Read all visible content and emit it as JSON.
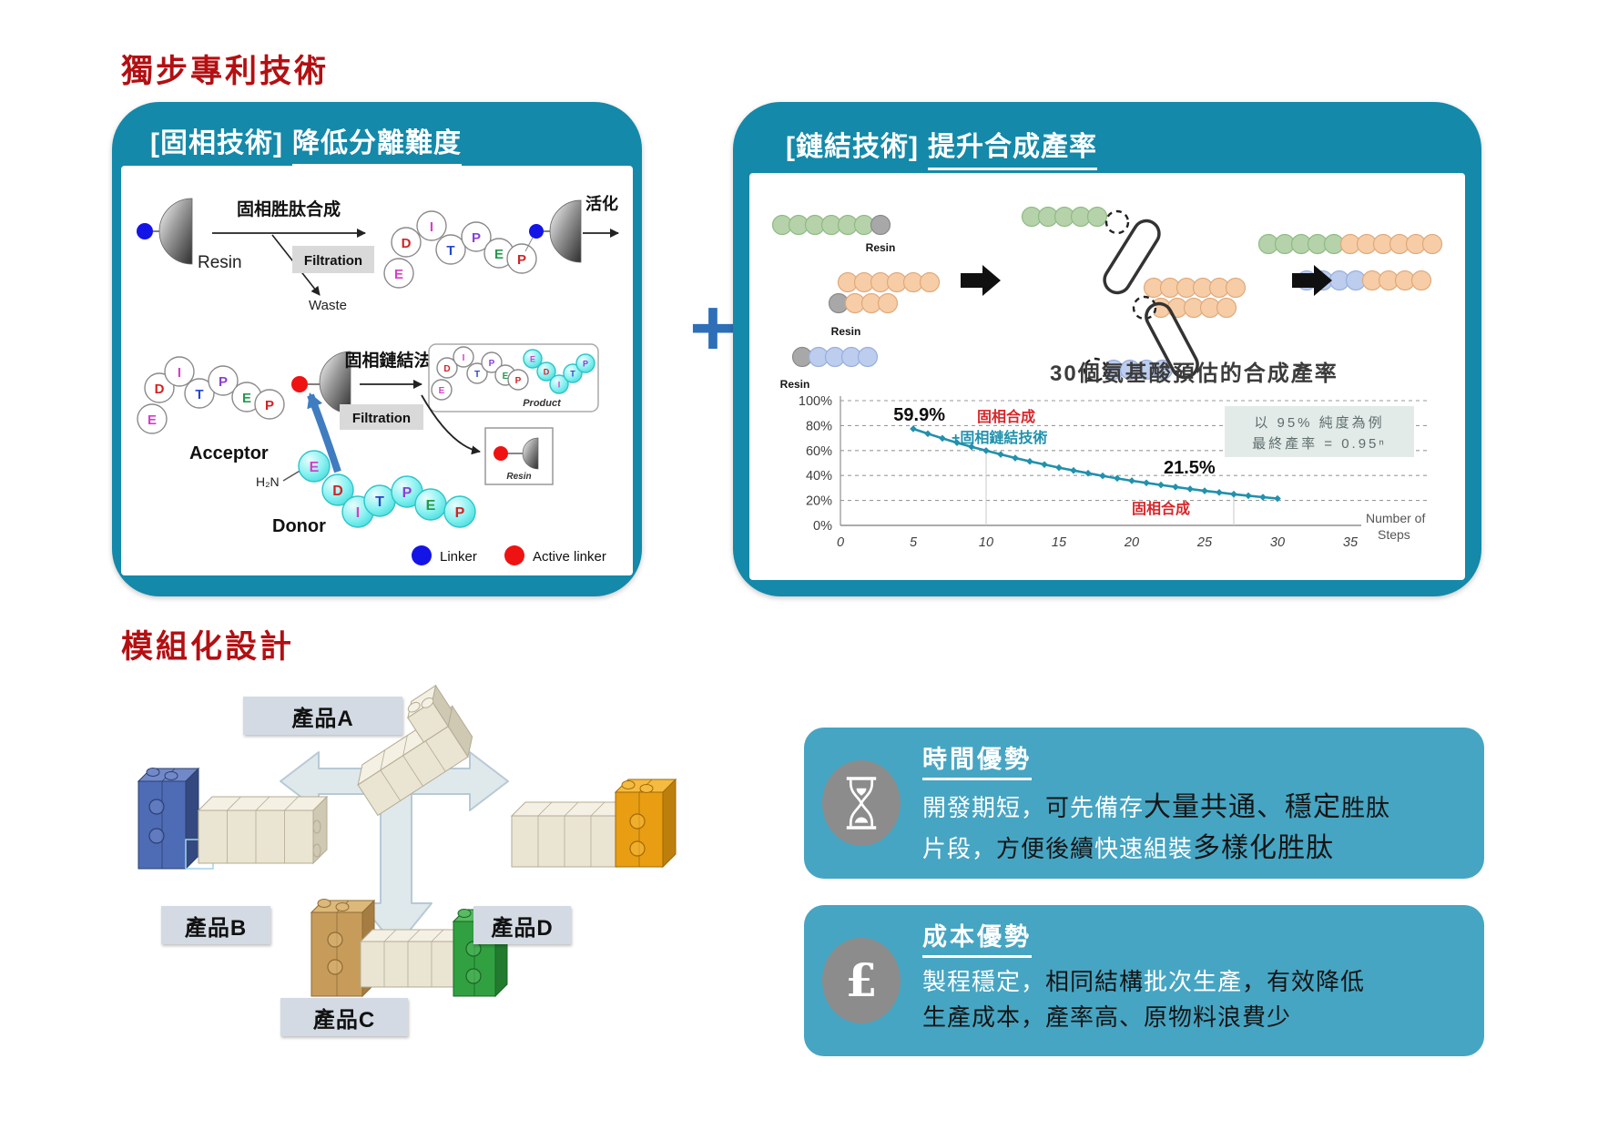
{
  "titles": {
    "patent": "獨步專利技術",
    "modular": "模組化設計",
    "plus": "+"
  },
  "left_box": {
    "header": {
      "bracket": "[固相技術]",
      "emphasis": "降低分離難度"
    },
    "diagram": {
      "resin": "Resin",
      "sps_arrow": "固相胜肽合成",
      "filtration": "Filtration",
      "waste": "Waste",
      "activation": "活化",
      "linking_arrow": "固相鏈結法",
      "filtration2": "Filtration",
      "acceptor": "Acceptor",
      "donor": "Donor",
      "amine": "H₂N",
      "product": "Product",
      "resin_small": "Resin",
      "bead_sequence": [
        {
          "letter": "E",
          "color": "#d63fc6"
        },
        {
          "letter": "D",
          "color": "#d02424"
        },
        {
          "letter": "I",
          "color": "#d63fc6"
        },
        {
          "letter": "T",
          "color": "#2547cf"
        },
        {
          "letter": "P",
          "color": "#8b3fd6"
        },
        {
          "letter": "E",
          "color": "#249a4c"
        },
        {
          "letter": "P",
          "color": "#d02424"
        }
      ],
      "legend": [
        {
          "label": "Linker",
          "color": "#1414e6"
        },
        {
          "label": "Active linker",
          "color": "#ee1212"
        }
      ]
    }
  },
  "right_box": {
    "header": {
      "bracket": "[鏈結技術]",
      "emphasis": "提升合成產率"
    },
    "resin_labels": [
      "Resin",
      "Resin",
      "Resin"
    ]
  },
  "chart_data": {
    "type": "line",
    "title": "30個氨基酸預估的合成產率",
    "xlabel": "Number of Steps",
    "xlabel_lines": [
      "Number of",
      "Steps"
    ],
    "ylabel": "",
    "xlim": [
      0,
      35
    ],
    "ylim": [
      0,
      100
    ],
    "xticks": [
      0,
      5,
      10,
      15,
      20,
      25,
      30,
      35
    ],
    "yticks": [
      "0%",
      "20%",
      "40%",
      "60%",
      "80%",
      "100%"
    ],
    "grid": "dashed-horizontal",
    "series": [
      {
        "name": "固相合成+固相鏈結技術 / 固相合成 (0.95^n)",
        "color": "#2191ad",
        "x": [
          5,
          6,
          7,
          8,
          9,
          10,
          11,
          12,
          13,
          14,
          15,
          16,
          17,
          18,
          19,
          20,
          21,
          22,
          23,
          24,
          25,
          26,
          27,
          28,
          29,
          30
        ],
        "values": [
          77.4,
          73.5,
          69.8,
          66.3,
          63.0,
          59.9,
          56.9,
          54.0,
          51.3,
          48.8,
          46.3,
          44.0,
          41.8,
          39.7,
          37.7,
          35.8,
          34.1,
          32.4,
          30.8,
          29.2,
          27.7,
          26.4,
          25.0,
          23.8,
          22.6,
          21.5
        ]
      }
    ],
    "annotations": {
      "linked_yield": "59.9%",
      "red_label": "固相合成",
      "teal_label": "+固相鏈結技術",
      "plain_yield": "21.5%",
      "red_label2": "固相合成",
      "note_line1": "以 95% 純度為例",
      "note_line2": "最終產率 = 0.95ⁿ"
    }
  },
  "modular": {
    "products": [
      {
        "label": "產品A"
      },
      {
        "label": "產品B"
      },
      {
        "label": "產品C"
      },
      {
        "label": "產品D"
      }
    ]
  },
  "cards": [
    {
      "icon": "hourglass-icon",
      "title": "時間優勢",
      "lines": [
        [
          {
            "t": "開發期短，",
            "s": "w"
          },
          {
            "t": "可",
            "s": "b"
          },
          {
            "t": "先備存",
            "s": "w"
          },
          {
            "t": "大量共通、穩定",
            "s": "bb"
          },
          {
            "t": "胜肽",
            "s": "b"
          }
        ],
        [
          {
            "t": "片段，",
            "s": "w"
          },
          {
            "t": "方便後續",
            "s": "b"
          },
          {
            "t": "快速組裝",
            "s": "w"
          },
          {
            "t": "多樣化胜肽",
            "s": "bb"
          }
        ]
      ]
    },
    {
      "icon": "pound-icon",
      "icon_symbol": "£",
      "title": "成本優勢",
      "lines": [
        [
          {
            "t": "製程穩定，",
            "s": "w"
          },
          {
            "t": "相同結構",
            "s": "b"
          },
          {
            "t": "批次生產",
            "s": "w"
          },
          {
            "t": "，有效降低",
            "s": "b"
          }
        ],
        [
          {
            "t": "生產成本，產率高、原物料浪費少",
            "s": "b"
          }
        ]
      ]
    }
  ]
}
